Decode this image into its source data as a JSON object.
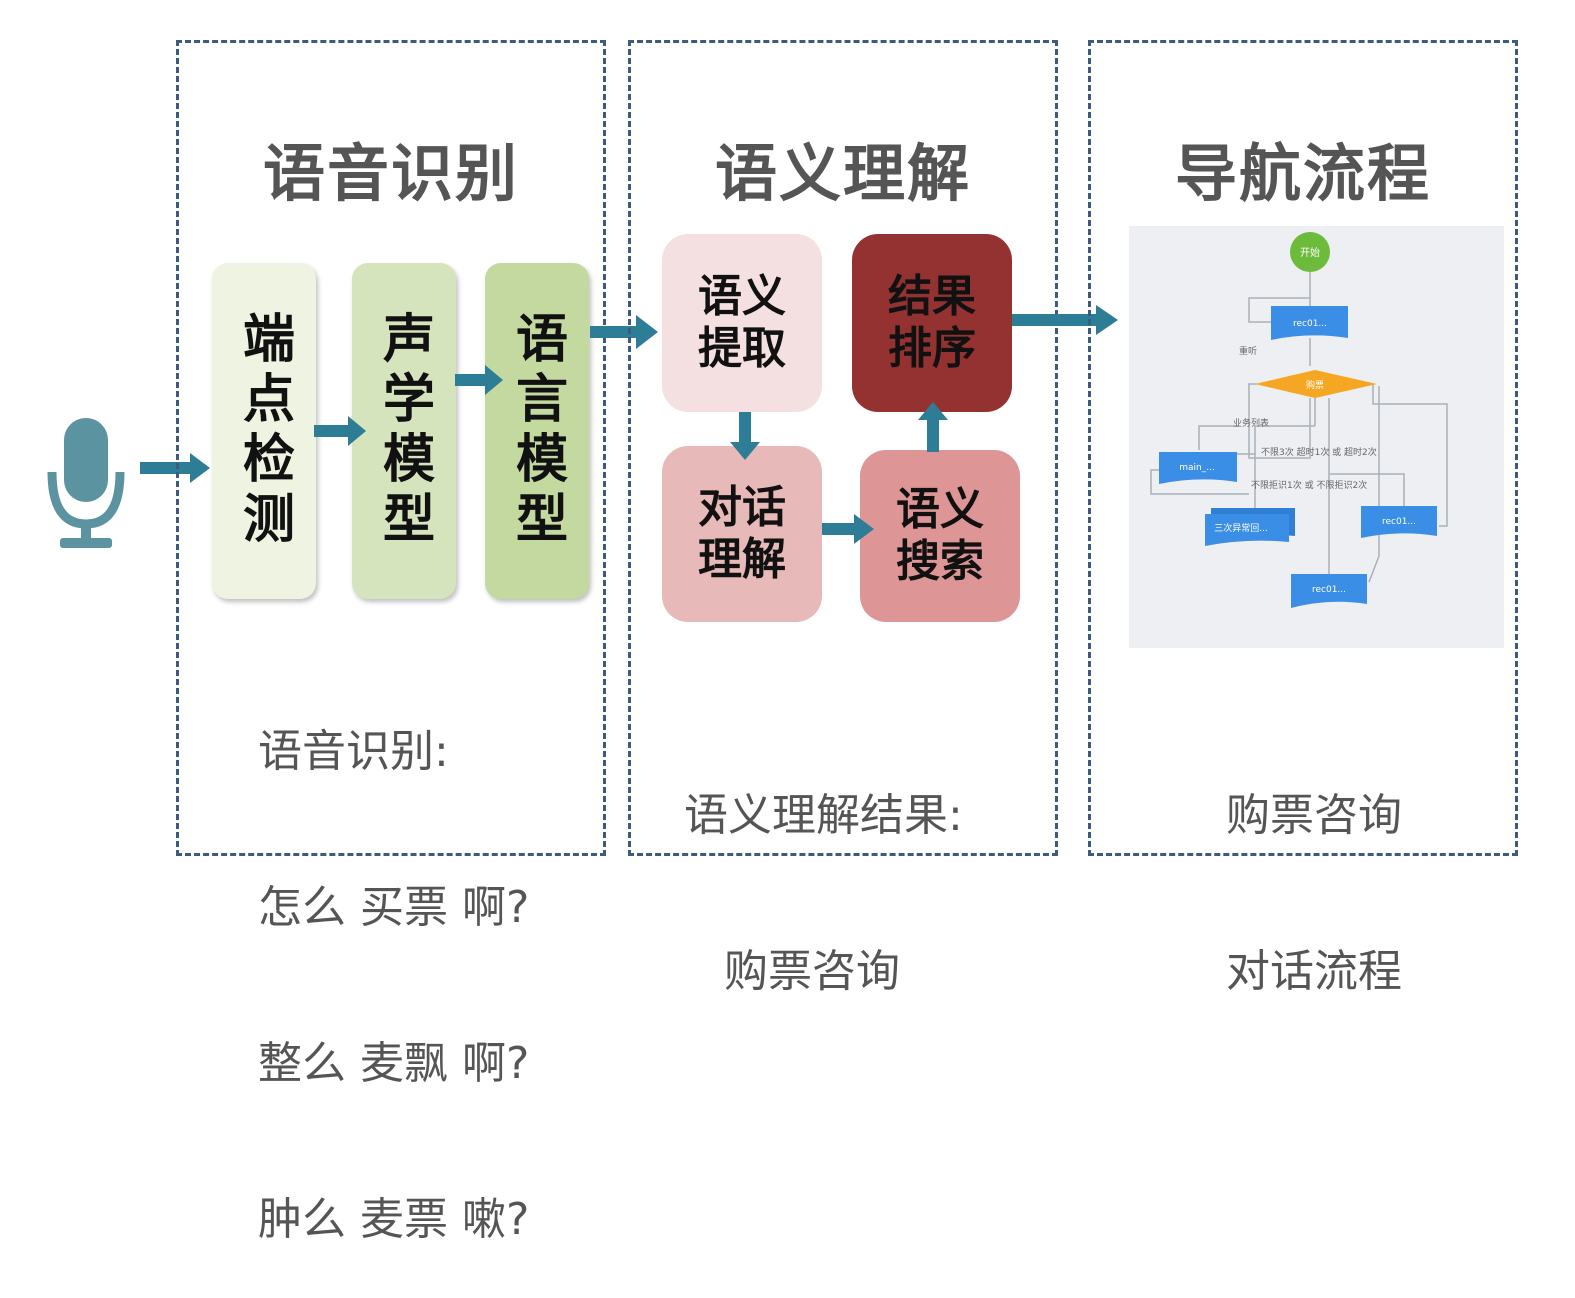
{
  "panels": {
    "asr": {
      "title": "语音识别",
      "steps": [
        "端点检测",
        "声学模型",
        "语言模型"
      ],
      "caption_title": "语音识别:",
      "caption_lines": [
        "怎么 买票 啊?",
        "整么 麦飘 啊?",
        "肿么 麦票 嗽?"
      ]
    },
    "nlu": {
      "title": "语义理解",
      "steps": {
        "extract": "语义提取",
        "rank": "结果排序",
        "dialog": "对话理解",
        "search": "语义搜索"
      },
      "caption_title": "语义理解结果:",
      "caption_value": "购票咨询"
    },
    "nav": {
      "title": "导航流程",
      "caption_lines": [
        "购票咨询",
        "对话流程"
      ]
    }
  },
  "flowchart": {
    "start": "开始",
    "node_rec1": "rec01...",
    "replay": "重听",
    "decision": "购票",
    "business_list": "业务列表",
    "node_main": "main_...",
    "cond_top": "不限3次 超时1次 或 超时2次",
    "cond_bottom": "不限拒识1次 或 不限拒识2次",
    "node_exception": "三次异常回...",
    "node_rec2": "rec01...",
    "node_rec3": "rec01..."
  },
  "colors": {
    "dashed_border": "#3d5a80",
    "arrow": "#2e7d96",
    "mic": "#5b93a0",
    "asr_box1": "#eef3e2",
    "asr_box2": "#d5e4bd",
    "asr_box3": "#c4d99f",
    "nlu_extract": "#f4e0e0",
    "nlu_rank": "#943232",
    "nlu_dialog": "#e8b9b9",
    "nlu_search": "#dd9595",
    "flow_blue": "#3a8ee6",
    "flow_green": "#6dbb3a",
    "flow_orange": "#f5a623"
  },
  "icons": {
    "microphone": "microphone-icon"
  }
}
